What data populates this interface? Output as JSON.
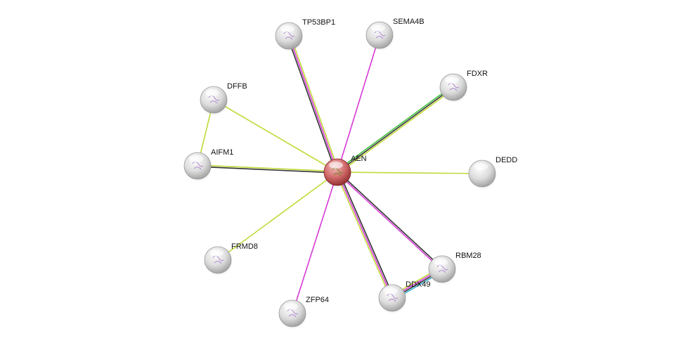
{
  "colors": {
    "text_mining": "#c2d93a",
    "experiments": "#d83ad8",
    "coexpression": "#333333",
    "neighborhood": "#3ec23e",
    "databases": "#3ab6d6",
    "query_node": "#c85a5a",
    "node": "#d8d8d8"
  },
  "nodes": [
    {
      "id": "AEN",
      "label": "AEN",
      "query": true
    },
    {
      "id": "TP53BP1",
      "label": "TP53BP1"
    },
    {
      "id": "SEMA4B",
      "label": "SEMA4B"
    },
    {
      "id": "FDXR",
      "label": "FDXR"
    },
    {
      "id": "DFFB",
      "label": "DFFB"
    },
    {
      "id": "AIFM1",
      "label": "AIFM1"
    },
    {
      "id": "DEDD",
      "label": "DEDD"
    },
    {
      "id": "FRMD8",
      "label": "FRMD8"
    },
    {
      "id": "ZFP64",
      "label": "ZFP64"
    },
    {
      "id": "DDX49",
      "label": "DDX49"
    },
    {
      "id": "RBM28",
      "label": "RBM28"
    }
  ],
  "edges": [
    {
      "source": "AEN",
      "target": "TP53BP1",
      "evidence": [
        "coexpression",
        "experiments",
        "text_mining"
      ]
    },
    {
      "source": "AEN",
      "target": "SEMA4B",
      "evidence": [
        "experiments"
      ]
    },
    {
      "source": "AEN",
      "target": "FDXR",
      "evidence": [
        "neighborhood",
        "coexpression",
        "text_mining"
      ]
    },
    {
      "source": "AEN",
      "target": "DFFB",
      "evidence": [
        "text_mining"
      ]
    },
    {
      "source": "AEN",
      "target": "AIFM1",
      "evidence": [
        "coexpression",
        "text_mining"
      ]
    },
    {
      "source": "AEN",
      "target": "DEDD",
      "evidence": [
        "text_mining"
      ]
    },
    {
      "source": "AEN",
      "target": "FRMD8",
      "evidence": [
        "text_mining"
      ]
    },
    {
      "source": "AEN",
      "target": "ZFP64",
      "evidence": [
        "experiments"
      ]
    },
    {
      "source": "AEN",
      "target": "DDX49",
      "evidence": [
        "coexpression",
        "experiments",
        "text_mining"
      ]
    },
    {
      "source": "AEN",
      "target": "RBM28",
      "evidence": [
        "coexpression",
        "experiments"
      ]
    },
    {
      "source": "DFFB",
      "target": "AIFM1",
      "evidence": [
        "text_mining"
      ]
    },
    {
      "source": "DDX49",
      "target": "RBM28",
      "evidence": [
        "text_mining",
        "experiments",
        "coexpression",
        "databases"
      ]
    }
  ]
}
